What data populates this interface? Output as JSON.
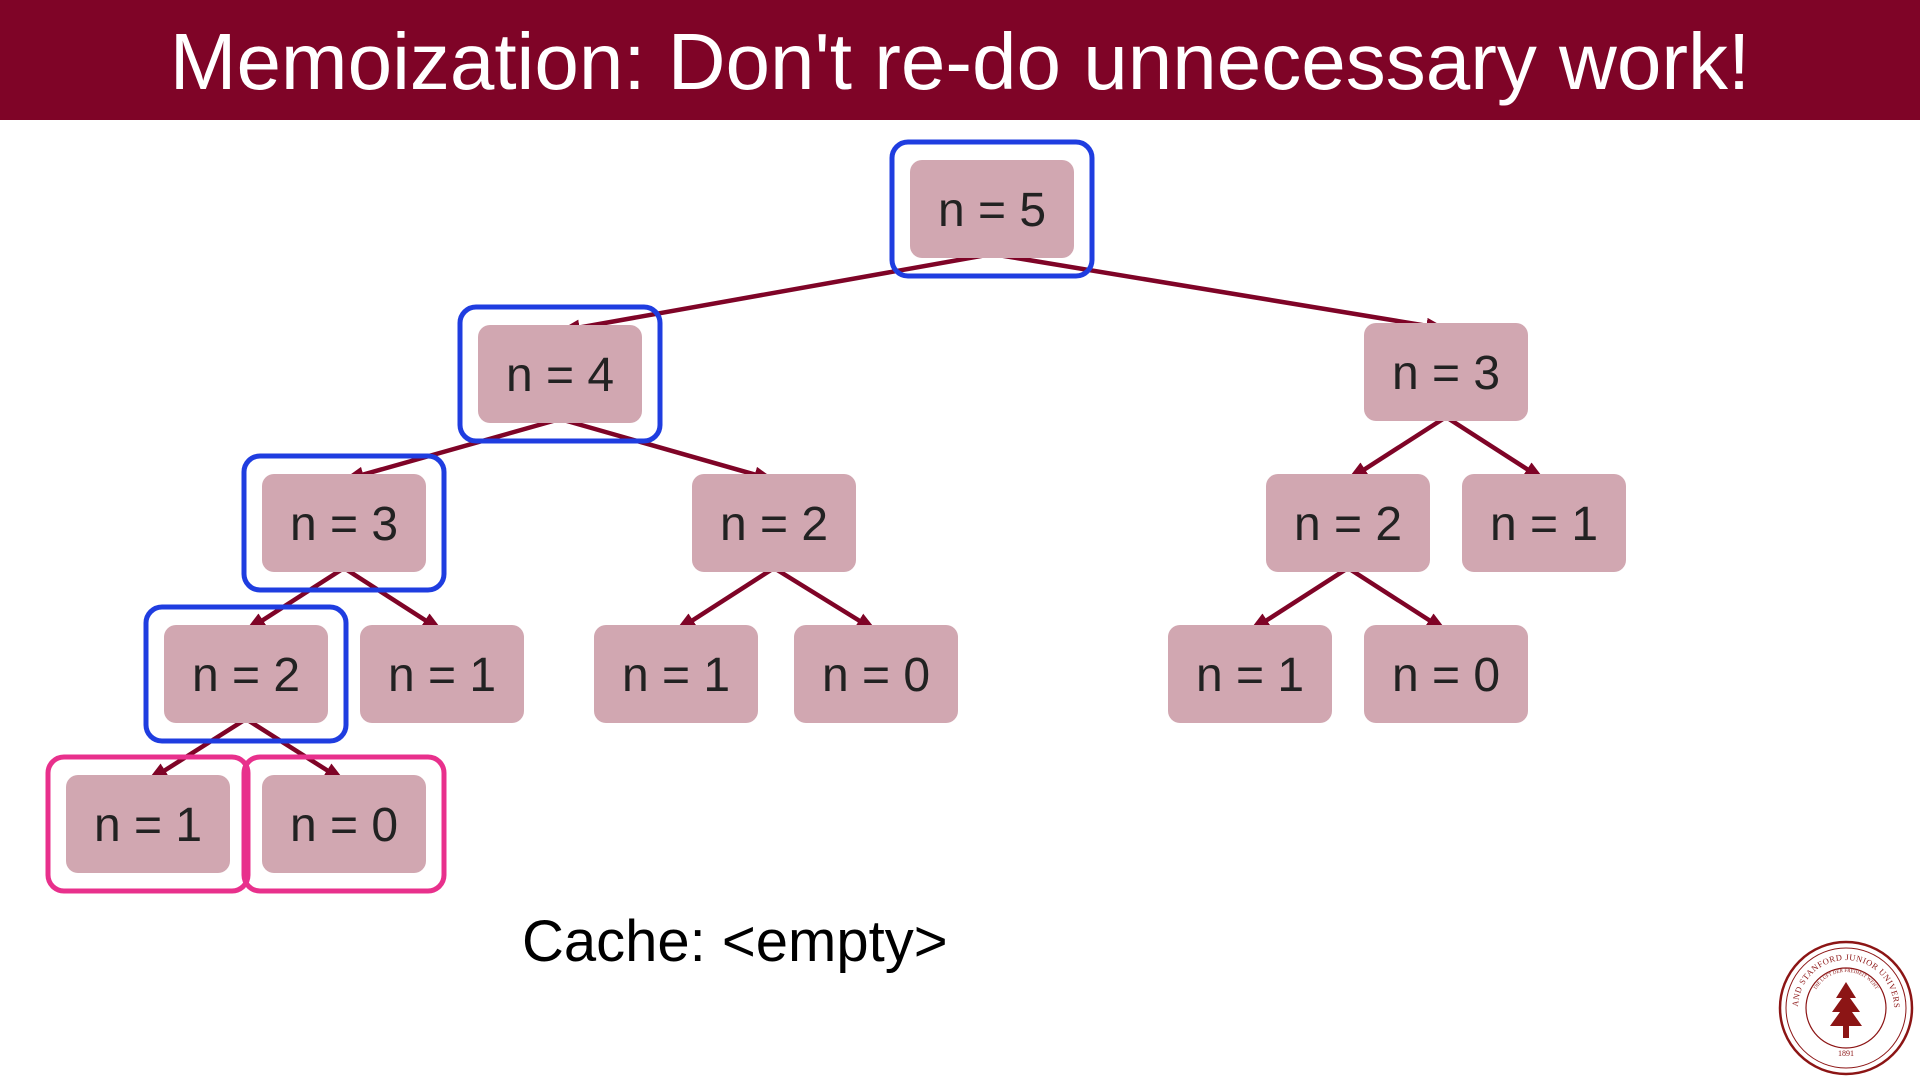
{
  "slide": {
    "title": "Memoization: Don't re-do unnecessary work!",
    "cache_text": "Cache: <empty>"
  },
  "colors": {
    "header_bg": "#7f0427",
    "node_fill": "#d1a7b1",
    "edge": "#7f0427",
    "highlight_blue": "#1f3de0",
    "highlight_pink": "#e8308c"
  },
  "tree": {
    "nodes": [
      {
        "id": "a",
        "label": "n = 5",
        "highlight": "blue"
      },
      {
        "id": "b",
        "label": "n = 4",
        "highlight": "blue"
      },
      {
        "id": "c",
        "label": "n = 3",
        "highlight": "none"
      },
      {
        "id": "d",
        "label": "n = 3",
        "highlight": "blue"
      },
      {
        "id": "e",
        "label": "n = 2",
        "highlight": "none"
      },
      {
        "id": "f",
        "label": "n = 2",
        "highlight": "none"
      },
      {
        "id": "g",
        "label": "n = 1",
        "highlight": "none"
      },
      {
        "id": "h",
        "label": "n = 2",
        "highlight": "blue"
      },
      {
        "id": "i",
        "label": "n = 1",
        "highlight": "none"
      },
      {
        "id": "j",
        "label": "n = 1",
        "highlight": "none"
      },
      {
        "id": "k",
        "label": "n = 0",
        "highlight": "none"
      },
      {
        "id": "l",
        "label": "n = 1",
        "highlight": "none"
      },
      {
        "id": "m",
        "label": "n = 0",
        "highlight": "none"
      },
      {
        "id": "n1",
        "label": "n = 1",
        "highlight": "pink"
      },
      {
        "id": "o",
        "label": "n = 0",
        "highlight": "pink"
      }
    ],
    "edges": [
      [
        "a",
        "b"
      ],
      [
        "a",
        "c"
      ],
      [
        "b",
        "d"
      ],
      [
        "b",
        "e"
      ],
      [
        "c",
        "f"
      ],
      [
        "c",
        "g"
      ],
      [
        "d",
        "h"
      ],
      [
        "d",
        "i"
      ],
      [
        "e",
        "j"
      ],
      [
        "e",
        "k"
      ],
      [
        "f",
        "l"
      ],
      [
        "f",
        "m"
      ],
      [
        "h",
        "n1"
      ],
      [
        "h",
        "o"
      ]
    ]
  },
  "seal": {
    "text": "LELAND STANFORD JUNIOR UNIVERSITY",
    "motto": "DIE LUFT DER FREIHEIT WEHT",
    "year": "1891"
  }
}
